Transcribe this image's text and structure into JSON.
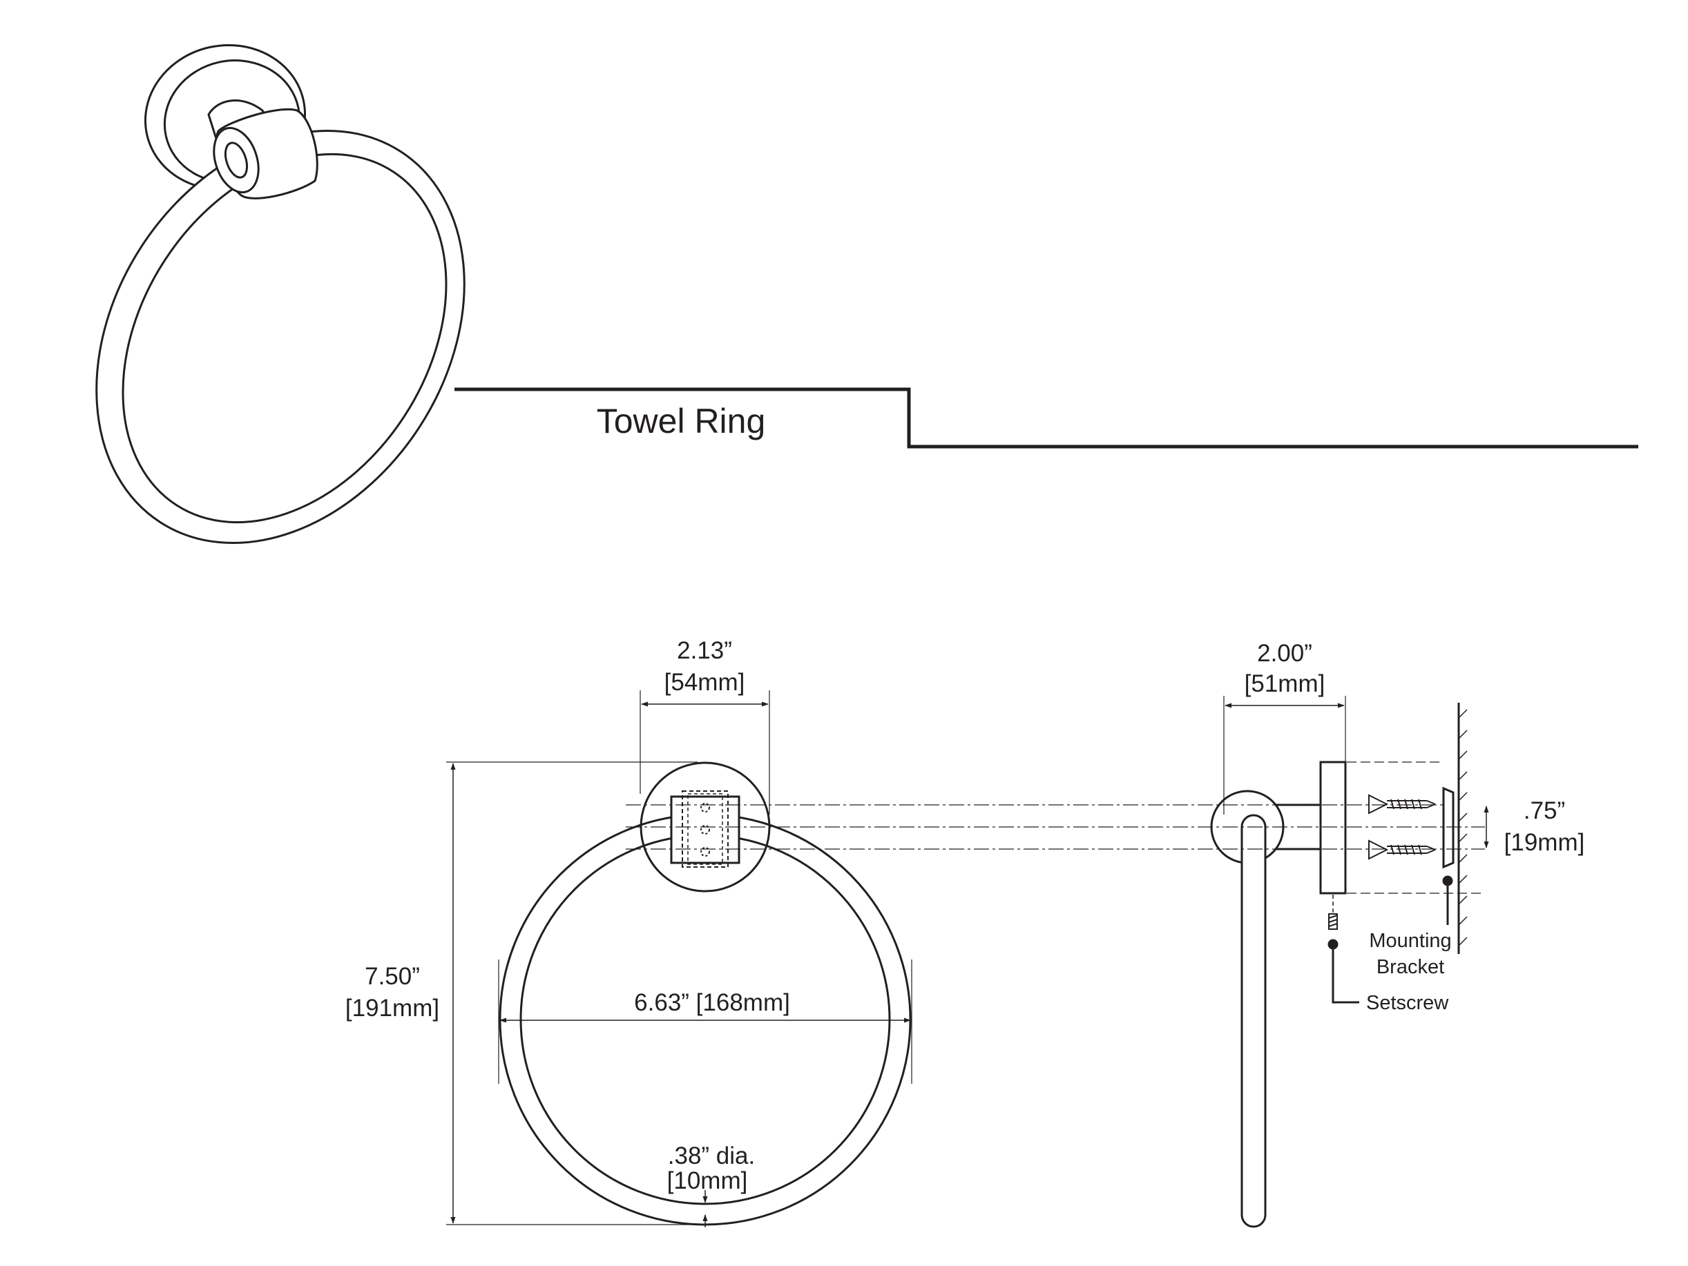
{
  "title": "Towel Ring",
  "dimensions": {
    "mount_width": {
      "inches": "2.13”",
      "mm": "[54mm]"
    },
    "height": {
      "inches": "7.50”",
      "mm": "[191mm]"
    },
    "ring_width": {
      "inches": "6.63” [168mm]"
    },
    "rod_diameter": {
      "inches": ".38” dia.",
      "mm": "[10mm]"
    },
    "projection": {
      "inches": "2.00”",
      "mm": "[51mm]"
    },
    "screw_spacing": {
      "inches": ".75”",
      "mm": "[19mm]"
    }
  },
  "labels": {
    "bracket_line1": "Mounting",
    "bracket_line2": "Bracket",
    "setscrew": "Setscrew"
  },
  "colors": {
    "ink": "#231f20",
    "background": "#ffffff"
  }
}
